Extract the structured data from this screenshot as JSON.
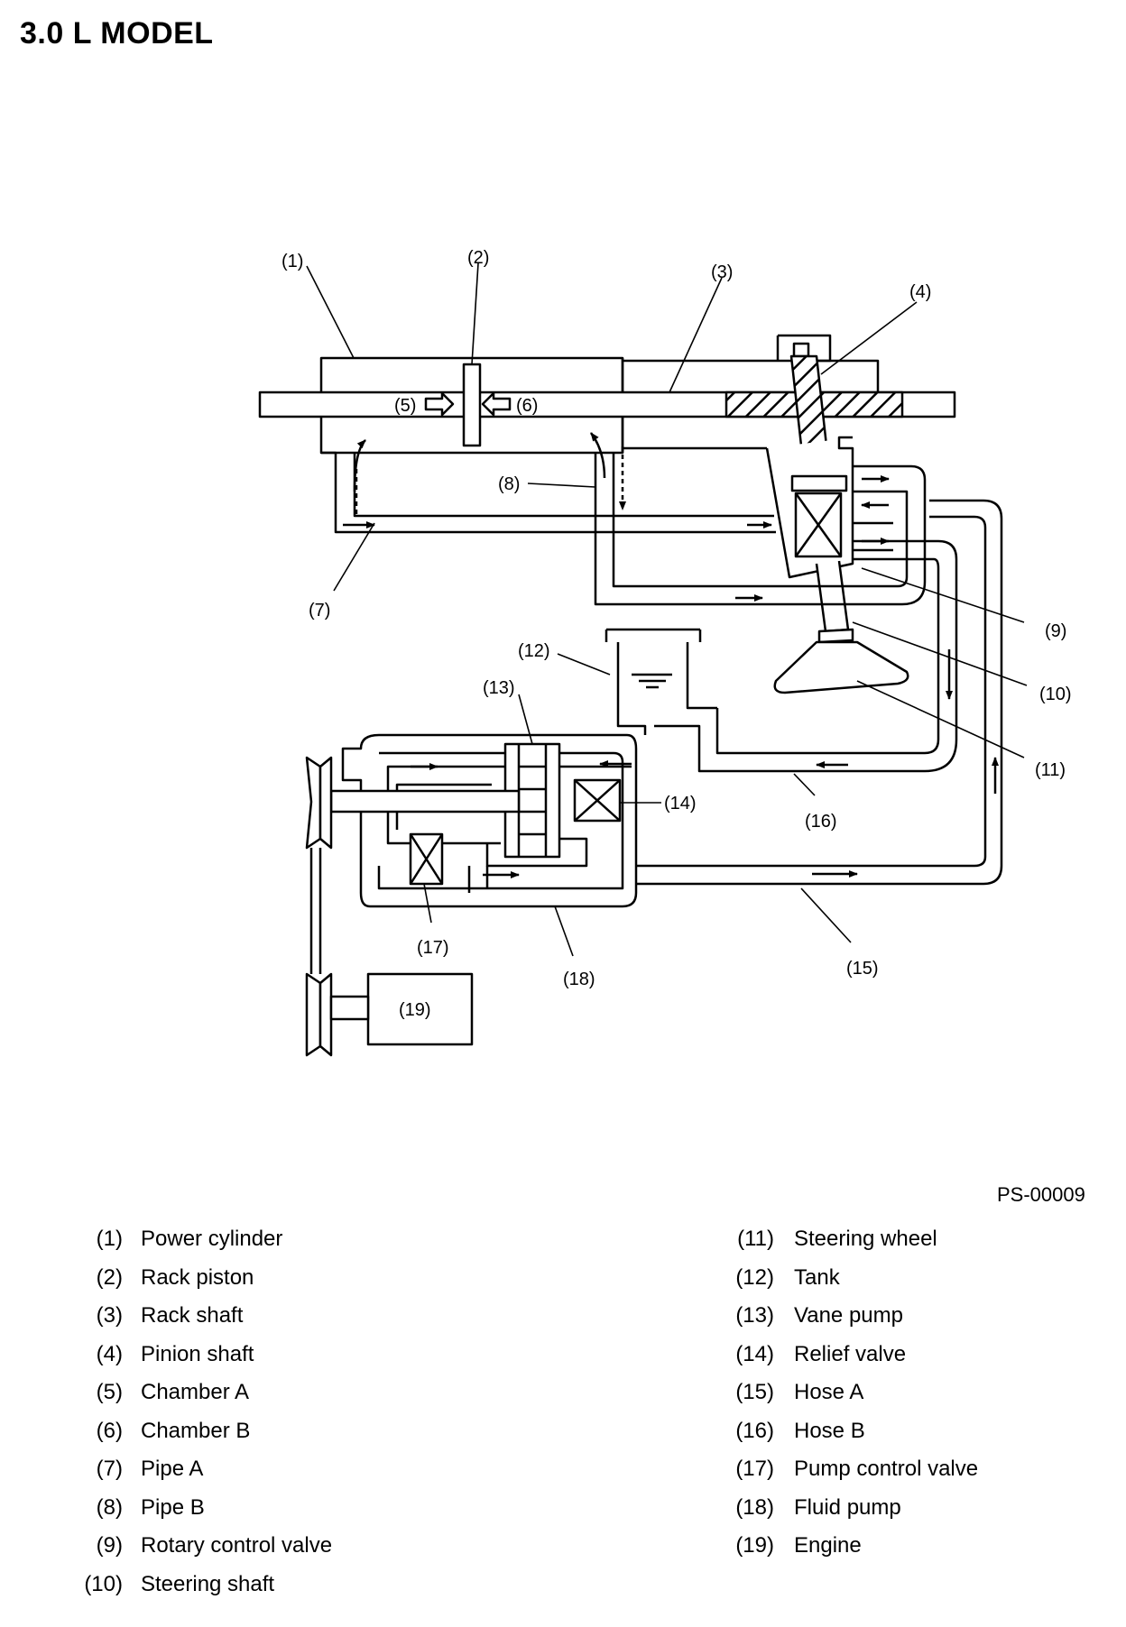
{
  "title": "3.0 L MODEL",
  "figure_id": "PS-00009",
  "callouts": [
    "(1)",
    "(2)",
    "(3)",
    "(4)",
    "(5)",
    "(6)",
    "(7)",
    "(8)",
    "(9)",
    "(10)",
    "(11)",
    "(12)",
    "(13)",
    "(14)",
    "(15)",
    "(16)",
    "(17)",
    "(18)",
    "(19)"
  ],
  "legend": [
    {
      "num": "(1)",
      "label": "Power cylinder"
    },
    {
      "num": "(2)",
      "label": "Rack piston"
    },
    {
      "num": "(3)",
      "label": "Rack shaft"
    },
    {
      "num": "(4)",
      "label": "Pinion shaft"
    },
    {
      "num": "(5)",
      "label": "Chamber A"
    },
    {
      "num": "(6)",
      "label": "Chamber B"
    },
    {
      "num": "(7)",
      "label": "Pipe A"
    },
    {
      "num": "(8)",
      "label": "Pipe B"
    },
    {
      "num": "(9)",
      "label": "Rotary control valve"
    },
    {
      "num": "(10)",
      "label": "Steering shaft"
    },
    {
      "num": "(11)",
      "label": "Steering wheel"
    },
    {
      "num": "(12)",
      "label": "Tank"
    },
    {
      "num": "(13)",
      "label": "Vane pump"
    },
    {
      "num": "(14)",
      "label": "Relief valve"
    },
    {
      "num": "(15)",
      "label": "Hose A"
    },
    {
      "num": "(16)",
      "label": "Hose B"
    },
    {
      "num": "(17)",
      "label": "Pump control valve"
    },
    {
      "num": "(18)",
      "label": "Fluid pump"
    },
    {
      "num": "(19)",
      "label": "Engine"
    }
  ]
}
